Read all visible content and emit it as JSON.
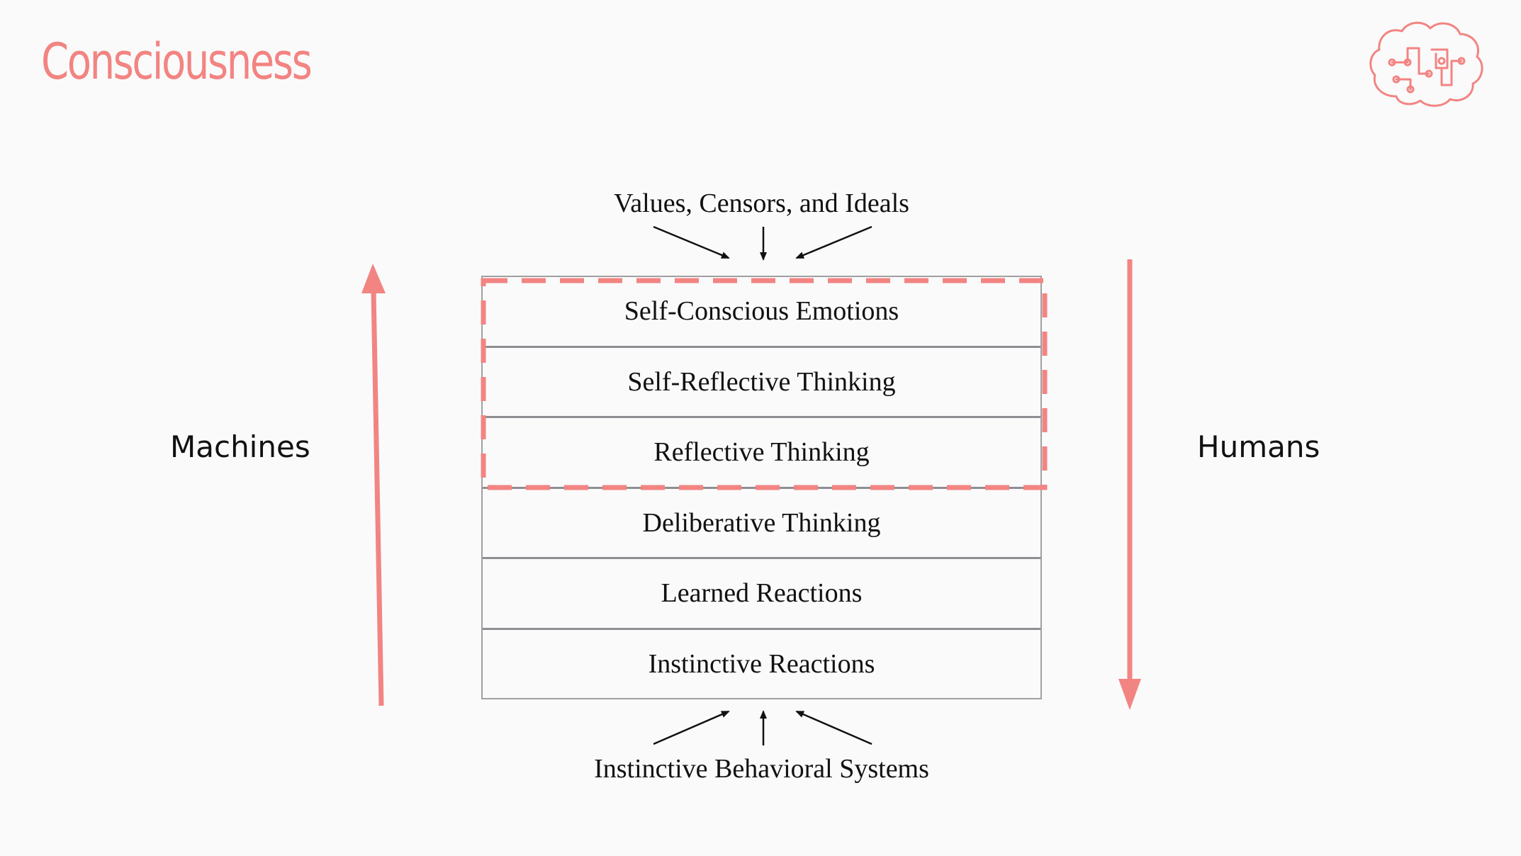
{
  "slide": {
    "title": "Consciousness"
  },
  "diagram": {
    "top_input": "Values, Censors, and Ideals",
    "bottom_input": "Instinctive Behavioral Systems",
    "layers": [
      "Self-Conscious Emotions",
      "Self-Reflective Thinking",
      "Reflective Thinking",
      "Deliberative Thinking",
      "Learned Reactions",
      "Instinctive Reactions"
    ],
    "highlighted_layers": [
      "Self-Conscious Emotions",
      "Self-Reflective Thinking",
      "Reflective Thinking"
    ],
    "left_label": "Machines",
    "left_arrow_direction": "up",
    "right_label": "Humans",
    "right_arrow_direction": "down"
  },
  "colors": {
    "accent": "#f28482",
    "text": "#111111",
    "layer_border": "#8e8e93",
    "background": "#fafafa"
  },
  "icons": {
    "logo": "brain-circuit-icon"
  }
}
